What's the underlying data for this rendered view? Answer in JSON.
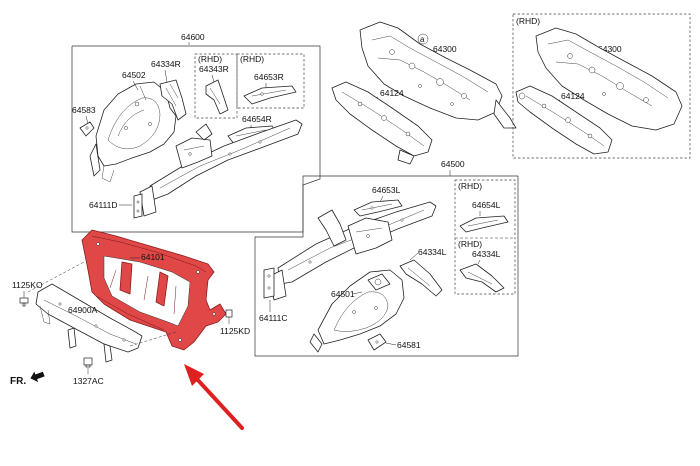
{
  "diagram": {
    "groups": {
      "front_side_member_rh": "64600",
      "front_side_member_lh": "64500",
      "dash_panel": "64300",
      "dash_panel_rhd": "64300"
    },
    "markers": {
      "rhd": "(RHD)",
      "circle_a": "a",
      "front": "FR."
    },
    "parts": {
      "p64334R": "64334R",
      "p64343R": "64343R",
      "p64653R": "64653R",
      "p64502": "64502",
      "p64583": "64583",
      "p64654R": "64654R",
      "p64111D": "64111D",
      "p64124": "64124",
      "p64124_rhd": "64124",
      "p64653L": "64653L",
      "p64654L": "64654L",
      "p64334L": "64334L",
      "p64334L_rhd": "64334L",
      "p64501": "64501",
      "p64111C": "64111C",
      "p64581": "64581",
      "p64101": "64101",
      "p1125KO": "1125KO",
      "p64900A": "64900A",
      "p1125KD": "1125KD",
      "p1327AC": "1327AC"
    },
    "colors": {
      "highlight": "#e04848",
      "arrow": "#e02020",
      "line": "#222222"
    }
  }
}
